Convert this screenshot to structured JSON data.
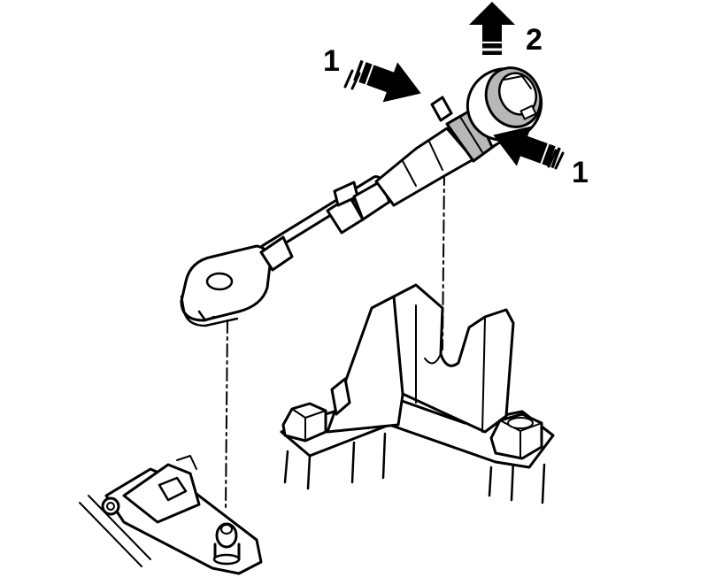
{
  "callouts": {
    "left_press_label": "1",
    "pull_label": "2",
    "right_press_label": "1"
  },
  "colors": {
    "ink": "#000000",
    "paper": "#ffffff",
    "shade": "#b8b8b8"
  },
  "icons": {
    "press_arrow": "arrow-icon",
    "pull_arrow": "arrow-up-icon"
  }
}
